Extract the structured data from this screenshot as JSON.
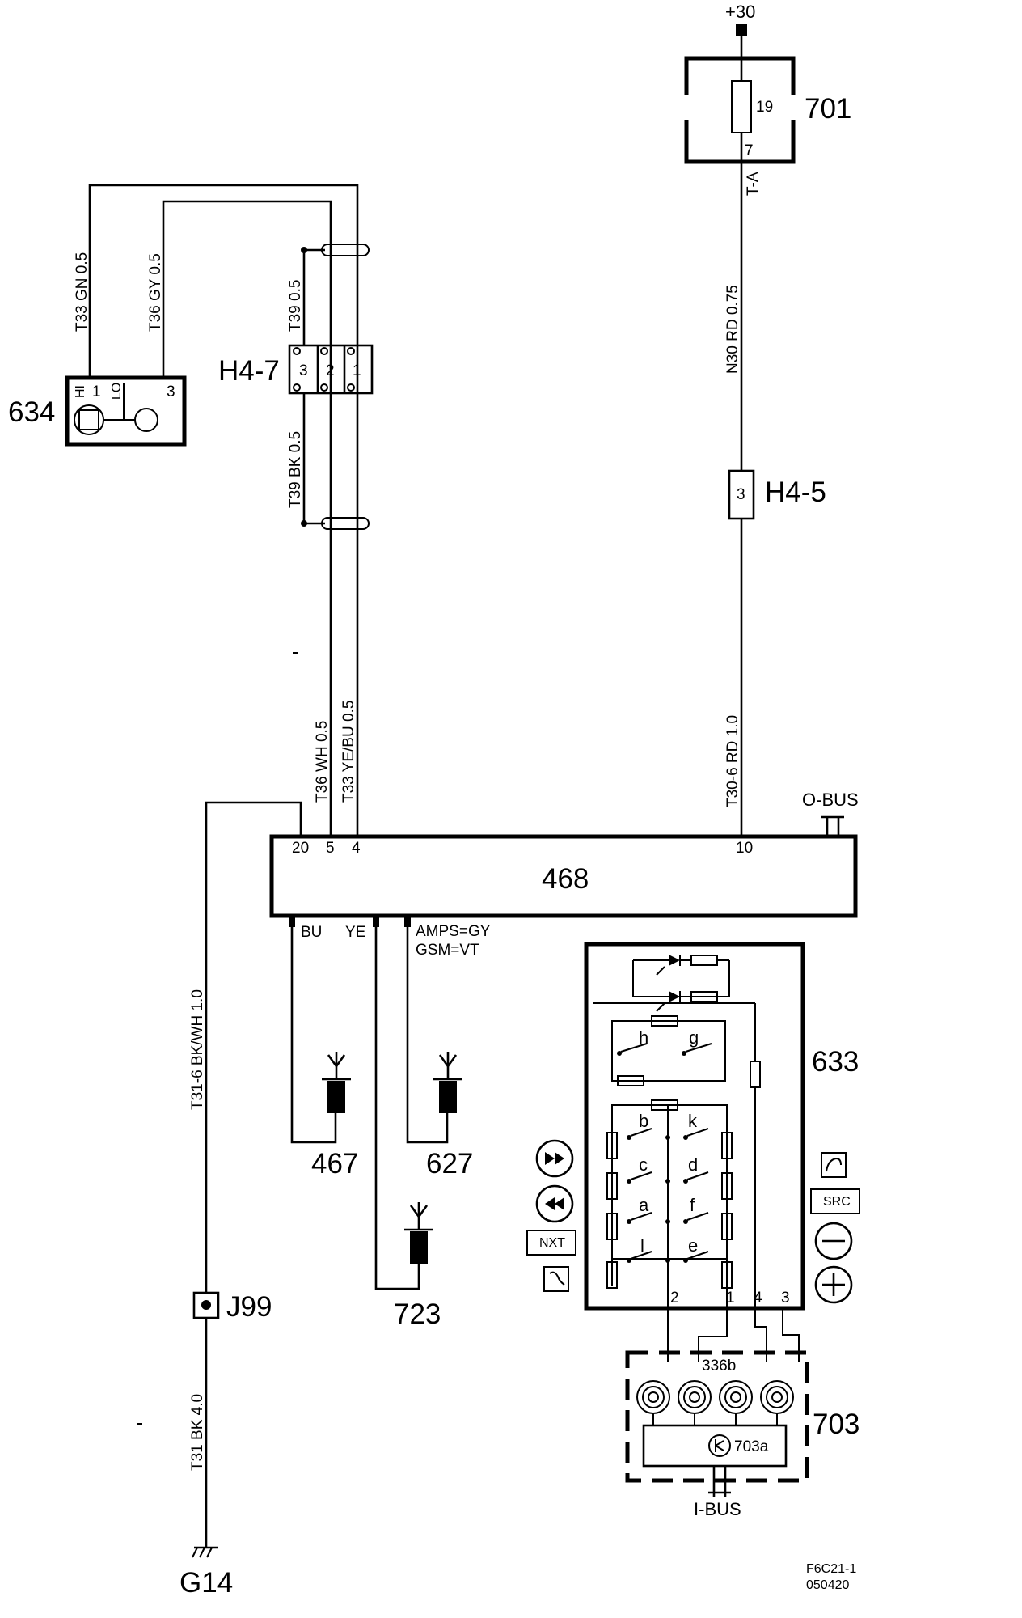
{
  "supply": {
    "label": "+30"
  },
  "fuse_box": {
    "id": "701",
    "fuse": "19",
    "pin": "7",
    "tap": "T-A"
  },
  "wires": {
    "n30": "N30  RD  0.75",
    "t30_6": "T30-6  RD  1.0",
    "t33_gn": "T33  GN  0.5",
    "t36_gy": "T36  GY  0.5",
    "t39_top": "T39  0.5",
    "t39_bk": "T39  BK  0.5",
    "t36_wh": "T36  WH  0.5",
    "t33_yebu": "T33  YE/BU  0.5",
    "t31_6": "T31-6  BK/WH  1.0",
    "t31": "T31  BK  4.0"
  },
  "connectors": {
    "h4_7": {
      "id": "H4-7",
      "pins": [
        "3",
        "2",
        "1"
      ]
    },
    "h4_5": {
      "id": "H4-5",
      "pin": "3"
    }
  },
  "microphone": {
    "id": "634",
    "pin_hi": "HI",
    "pin_1": "1",
    "pin_lo": "LO",
    "pin_3": "3"
  },
  "module": {
    "id": "468",
    "pins": [
      "20",
      "5",
      "4",
      "10"
    ],
    "obus": "O-BUS",
    "out_bu": "BU",
    "out_ye": "YE",
    "out_amps": "AMPS=GY",
    "out_gsm": "GSM=VT"
  },
  "antennas": {
    "a467": "467",
    "a627": "627",
    "a723": "723"
  },
  "ground": {
    "junction": "J99",
    "ground": "G14"
  },
  "switch_unit": {
    "id": "633",
    "switches": [
      "h",
      "g",
      "b",
      "k",
      "c",
      "d",
      "a",
      "f",
      "l",
      "e"
    ],
    "pins": [
      "2",
      "1",
      "4",
      "3"
    ],
    "icon_labels": {
      "next": "NXT",
      "src": "SRC"
    }
  },
  "clockspring": {
    "id": "703",
    "contact": "336b",
    "sub": "703a",
    "bus": "I-BUS"
  },
  "footer": {
    "code": "F6C21-1",
    "date": "050420"
  }
}
